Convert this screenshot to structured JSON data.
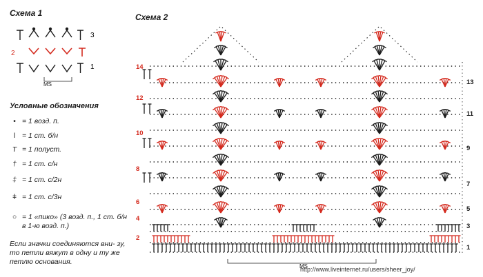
{
  "scheme1": {
    "title": "Схема 1",
    "row_numbers": {
      "r3": "3",
      "r2": "2",
      "r1": "1"
    },
    "repeat_label": "MS"
  },
  "scheme2": {
    "title": "Схема 2",
    "left_rows": [
      "14",
      "12",
      "10",
      "8",
      "6",
      "4",
      "2"
    ],
    "right_rows": [
      "13",
      "11",
      "9",
      "7",
      "5",
      "3",
      "1"
    ],
    "repeat_label": "MS"
  },
  "legend": {
    "title": "Условные обозначения",
    "items": [
      {
        "symbol": "chain-dot",
        "glyph": "•",
        "text": "= 1 возд. п."
      },
      {
        "symbol": "single-crochet",
        "glyph": "ǀ",
        "text": "= 1 ст. б/н"
      },
      {
        "symbol": "slip-stitch",
        "glyph": "T",
        "text": "= 1 полуст."
      },
      {
        "symbol": "double-crochet",
        "glyph": "†",
        "text": "= 1 ст. с/н"
      },
      {
        "symbol": "double-treble",
        "glyph": "‡",
        "text": "= 1 ст. с/2н"
      },
      {
        "symbol": "triple-treble",
        "glyph": "ǂ",
        "text": "= 1 ст. с/3н"
      },
      {
        "symbol": "picot",
        "glyph": "○",
        "text": "= 1 «пико» (3 возд. п., 1 ст. б/н в 1-ю возд. п.)"
      }
    ],
    "note": "Если значки соединяются вни- зу, то петли вяжут в одну и ту же петлю основания."
  },
  "colors": {
    "black": "#1c1c1c",
    "red": "#d42a1e"
  },
  "watermark": "http://www.liveinternet.ru/users/sheer_joy/"
}
